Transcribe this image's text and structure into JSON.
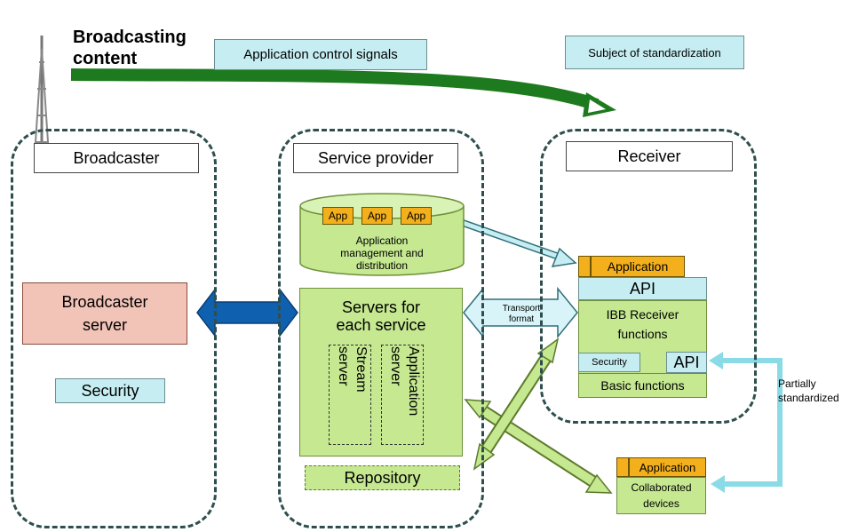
{
  "header": {
    "broadcasting_content": "Broadcasting\ncontent",
    "application_control_signals": "Application control signals",
    "subject_of_standardization": "Subject of standardization"
  },
  "broadcaster": {
    "title": "Broadcaster",
    "server": "Broadcaster\nserver",
    "security": "Security"
  },
  "service_provider": {
    "title": "Service provider",
    "apps": [
      "App",
      "App",
      "App"
    ],
    "app_management": "Application\nmanagement and\ndistribution",
    "servers_title": "Servers for\neach service",
    "stream_server": "Stream\nserver",
    "application_server": "Application\nserver",
    "repository": "Repository"
  },
  "receiver": {
    "title": "Receiver",
    "application": "Application",
    "api_top": "API",
    "ibb_functions": "IBB Receiver\nfunctions",
    "security": "Security",
    "api_small": "API",
    "basic_functions": "Basic functions"
  },
  "links": {
    "transport_format": "Transport\nformat",
    "partially_standardized": "Partially\nstandardized"
  },
  "collaborated": {
    "application": "Application",
    "devices": "Collaborated\ndevices"
  },
  "colors": {
    "green_box": "#c5e891",
    "cyan_box": "#c6eef2",
    "orange_app": "#f4b01c",
    "pink_server": "#f2c4b8",
    "dark_green_arrow": "#1e7a1e",
    "blue_arrow": "#1060b0"
  }
}
